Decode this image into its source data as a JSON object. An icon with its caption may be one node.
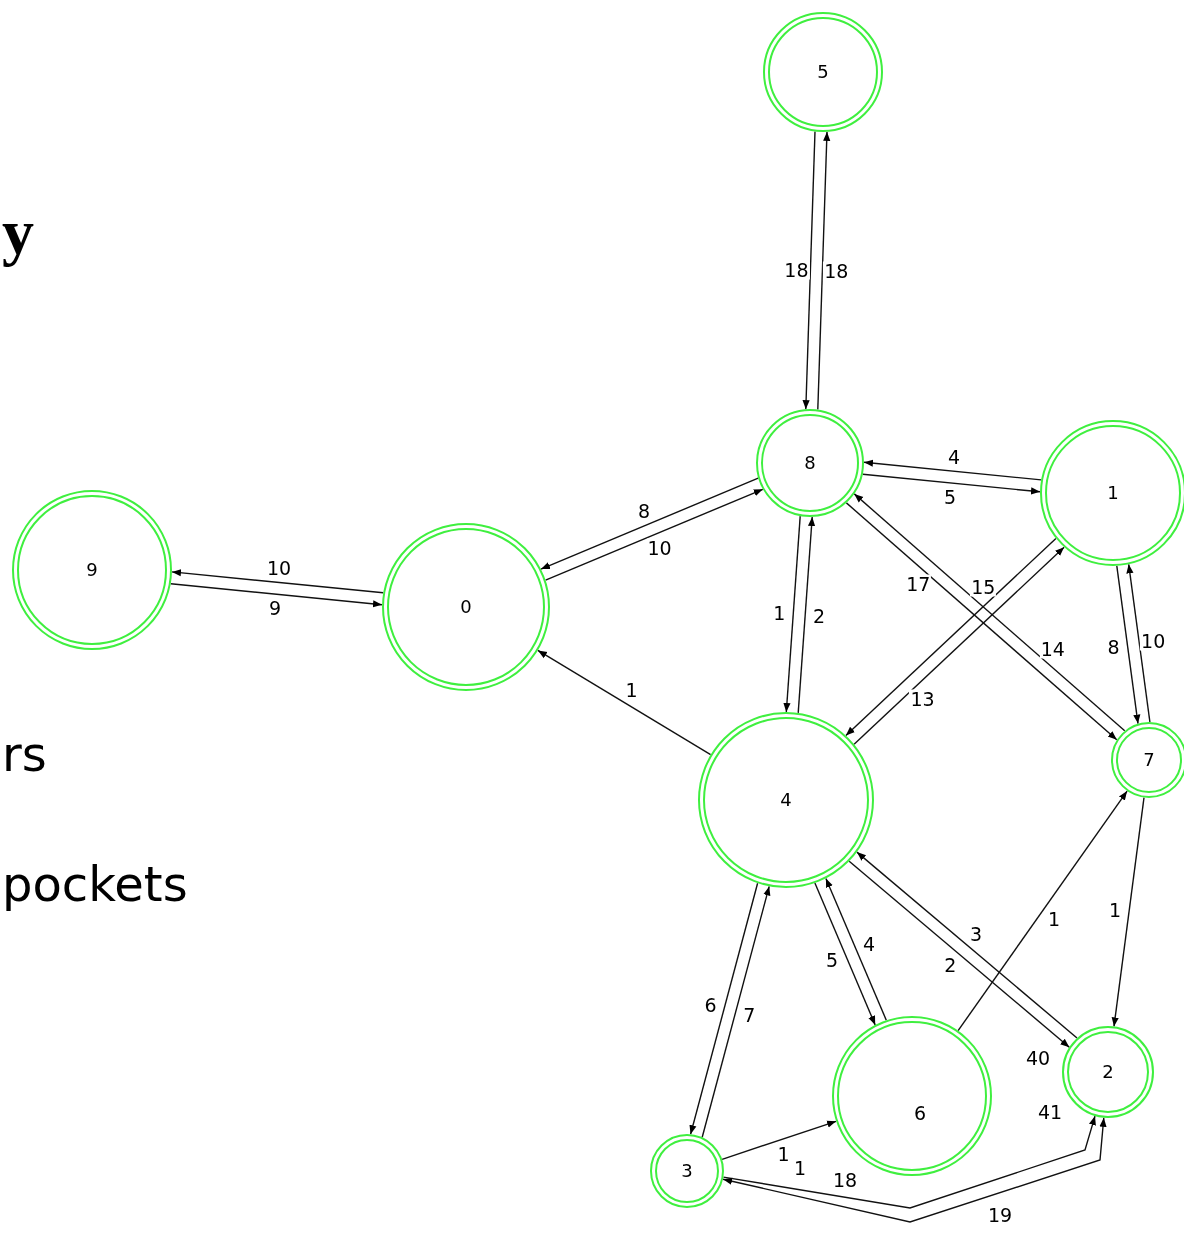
{
  "diagram": {
    "nodes": [
      {
        "text": [
          "5"
        ]
      },
      {
        "text": [
          "8"
        ]
      },
      {
        "text": [
          "1"
        ]
      },
      {
        "text": [
          "9"
        ]
      },
      {
        "text": [
          "0"
        ]
      },
      {
        "text": [
          "7"
        ]
      },
      {
        "text": [
          "4"
        ]
      },
      {
        "text": [
          "2"
        ]
      },
      {
        "text": [],
        "shape": "circle"
      },
      {
        "text": [
          "3"
        ]
      }
    ],
    "edges": [
      {
        "from": 0,
        "to": 1,
        "arrow": "to",
        "label": "18"
      },
      {
        "from": 1,
        "to": 0,
        "arrow": "to",
        "label": "18"
      },
      {
        "from": 3,
        "to": 4,
        "arrow": "to",
        "label": "9"
      },
      {
        "from": 4,
        "to": 3,
        "arrow": "to",
        "label": "10"
      },
      {
        "from": 4,
        "to": 1,
        "arrow": "to",
        "label": "10"
      },
      {
        "from": 1,
        "to": 4,
        "arrow": "to",
        "label": "8"
      },
      {
        "from": 6,
        "to": 4,
        "arrow": "to",
        "label": "1"
      },
      {
        "from": 1,
        "to": 2,
        "arrow": "to",
        "label": "5"
      },
      {
        "from": 2,
        "to": 1,
        "arrow": "to",
        "label": "4"
      },
      {
        "from": 6,
        "to": 1,
        "arrow": "to",
        "label": "2"
      },
      {
        "from": 1,
        "to": 6,
        "arrow": "to",
        "label": "1"
      },
      {
        "from": 6,
        "to": 2,
        "arrow": "to",
        "label": "13"
      },
      {
        "from": 5,
        "to": 1,
        "arrow": "to",
        "label": "14"
      },
      {
        "from": 1,
        "to": 5,
        "arrow": "to",
        "label": "17"
      },
      {
        "from": 2,
        "to": 6,
        "arrow": "to",
        "label": "15"
      },
      {
        "from": 5,
        "to": 2,
        "arrow": "to",
        "label": "10"
      },
      {
        "from": 2,
        "to": 5,
        "arrow": "to",
        "label": "8"
      },
      {
        "from": 5,
        "to": 7,
        "arrow": "to",
        "label": "1"
      },
      {
        "from": 8,
        "to": 5,
        "arrow": "to",
        "label": "1"
      },
      {
        "from": 6,
        "to": 7,
        "arrow": "to",
        "label": "2"
      },
      {
        "from": 7,
        "to": 6,
        "arrow": "to",
        "label": "3"
      },
      {
        "from": 6,
        "to": 8,
        "arrow": "to",
        "label": "5"
      },
      {
        "from": 8,
        "to": 6,
        "arrow": "to",
        "label": "4"
      },
      {
        "from": 9,
        "to": 6,
        "arrow": "to",
        "label": "7"
      },
      {
        "from": 6,
        "to": 9,
        "arrow": "to",
        "label": "6"
      },
      {
        "from": 9,
        "to": 8,
        "arrow": "to",
        "label": "1"
      },
      {
        "from": 9,
        "to": 7,
        "arrow": "to",
        "label": "18"
      },
      {
        "from": 7,
        "to": 9,
        "arrow": "both",
        "label": "19"
      }
    ],
    "labels": [
      "y",
      "rs",
      "pockets",
      "6",
      "40",
      "41",
      "1"
    ]
  }
}
